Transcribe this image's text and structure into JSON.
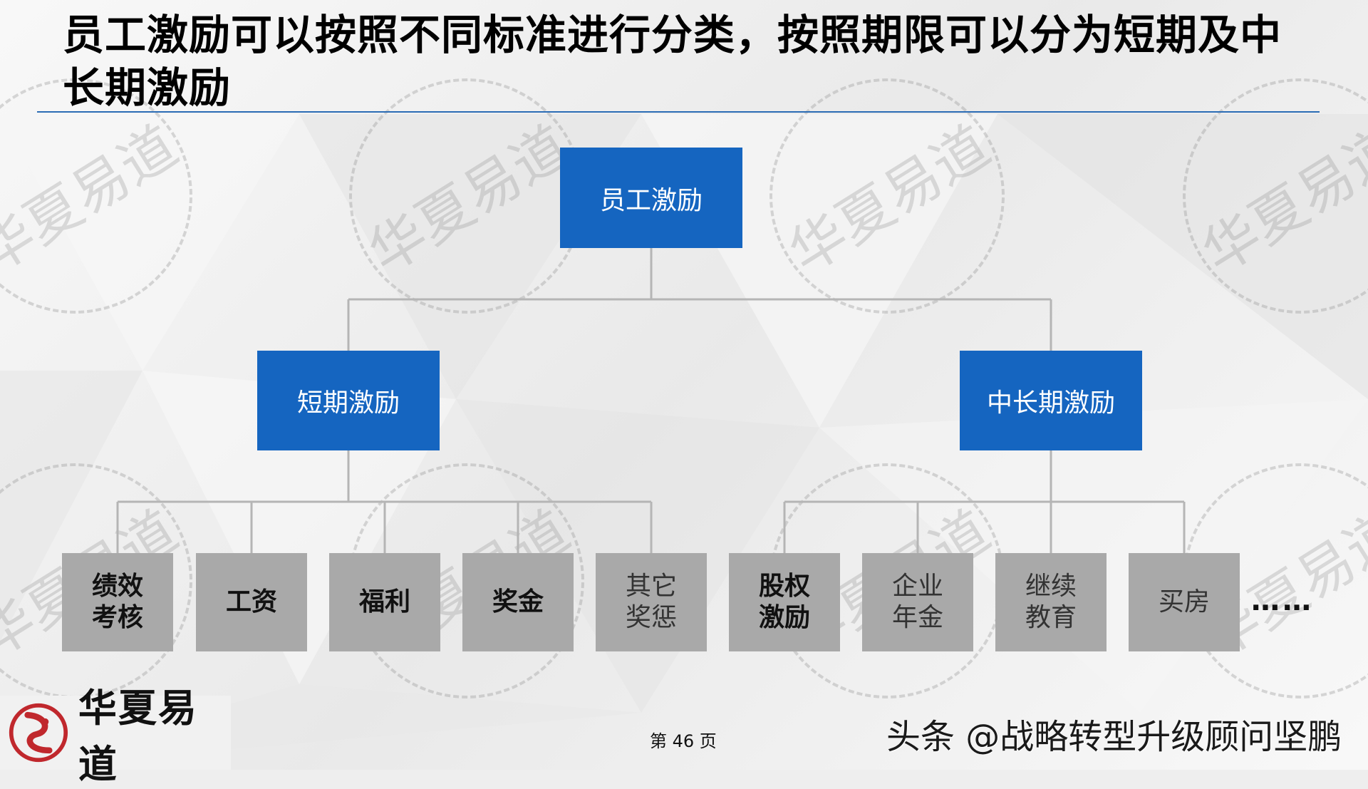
{
  "title": "员工激励可以按照不同标准进行分类，按照期限可以分为短期及中长期激励",
  "colors": {
    "node_blue": "#1565c0",
    "node_gray": "#a9a9a9",
    "rule": "#2b6cb5",
    "connector": "#b5b5b5"
  },
  "root": {
    "label": "员工激励"
  },
  "short_term": {
    "label": "短期激励",
    "children": [
      "绩效\n考核",
      "工资",
      "福利",
      "奖金",
      "其它\n奖惩"
    ]
  },
  "long_term": {
    "label": "中长期激励",
    "children": [
      "股权\n激励",
      "企业\n年金",
      "继续\n教育",
      "买房"
    ]
  },
  "ellipsis": "……",
  "watermark_text": "华夏易道",
  "footer": {
    "logo_text": "华夏易道",
    "page_number": "第 46 页",
    "credit": "头条 @战略转型升级顾问坚鹏"
  }
}
